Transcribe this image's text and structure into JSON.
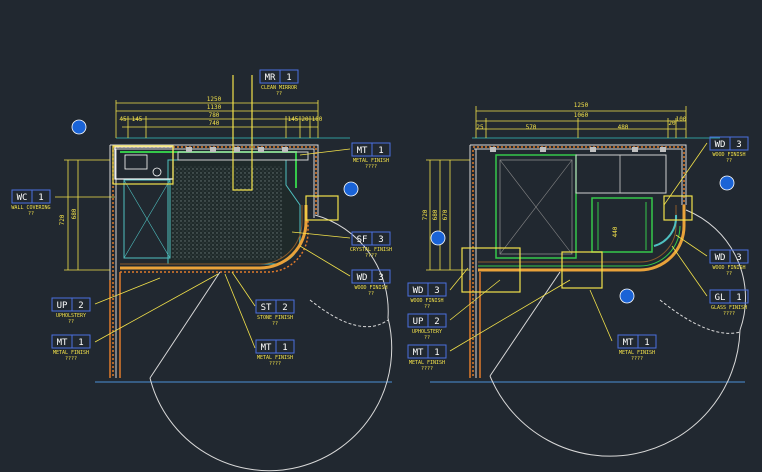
{
  "colors": {
    "background": "#212830",
    "annotation": "#f2e14a",
    "tag_text": "#ffffff",
    "wall": "#d9d9d9",
    "finish_edge": "#e9a23a",
    "cabinet": "#35c84a",
    "glass": "#4fc0c0",
    "section_marker": "#1a63d6"
  },
  "left_plan": {
    "dims": {
      "overall": "1250",
      "inner": "1130",
      "counter": "780",
      "mirror": "740",
      "left_45": "45",
      "left_145": "145",
      "right_145": "145",
      "right_20": "20",
      "right_100": "100",
      "height_outer": "720",
      "height_inner": "680"
    },
    "tags": [
      {
        "code": "MR",
        "num": "1",
        "desc": "CLEAN MIRROR",
        "sub": "??"
      },
      {
        "code": "WC",
        "num": "1",
        "desc": "WALL COVERING",
        "sub": "??"
      },
      {
        "code": "MT",
        "num": "1",
        "desc": "METAL FINISH",
        "sub": "????"
      },
      {
        "code": "SF",
        "num": "3",
        "desc": "CRYSTAL FINISH",
        "sub": "????"
      },
      {
        "code": "WD",
        "num": "3",
        "desc": "WOOD FINISH",
        "sub": "??"
      },
      {
        "code": "UP",
        "num": "2",
        "desc": "UPHOLSTERY",
        "sub": "??"
      },
      {
        "code": "ST",
        "num": "2",
        "desc": "STONE FINISH",
        "sub": "??"
      },
      {
        "code": "MT",
        "num": "1",
        "desc": "METAL FINISH",
        "sub": "????"
      },
      {
        "code": "MT",
        "num": "1",
        "desc": "METAL FINISH",
        "sub": "????"
      }
    ]
  },
  "right_plan": {
    "dims": {
      "overall": "1250",
      "inner": "1060",
      "left_span": "570",
      "right_span": "480",
      "left_25": "25",
      "right_20": "20",
      "right_100": "100",
      "height_outer": "720",
      "height_mid": "680",
      "height_inner": "670",
      "cabinet": "440"
    },
    "tags": [
      {
        "code": "WD",
        "num": "3",
        "desc": "WOOD FINISH",
        "sub": "??"
      },
      {
        "code": "WD",
        "num": "3",
        "desc": "WOOD FINISH",
        "sub": "??"
      },
      {
        "code": "GL",
        "num": "1",
        "desc": "GLASS FINISH",
        "sub": "????"
      },
      {
        "code": "WD",
        "num": "3",
        "desc": "WOOD FINISH",
        "sub": "??"
      },
      {
        "code": "UP",
        "num": "2",
        "desc": "UPHOLSTERY",
        "sub": "??"
      },
      {
        "code": "MT",
        "num": "1",
        "desc": "METAL FINISH",
        "sub": "????"
      },
      {
        "code": "MT",
        "num": "1",
        "desc": "METAL FINISH",
        "sub": "????"
      }
    ]
  }
}
